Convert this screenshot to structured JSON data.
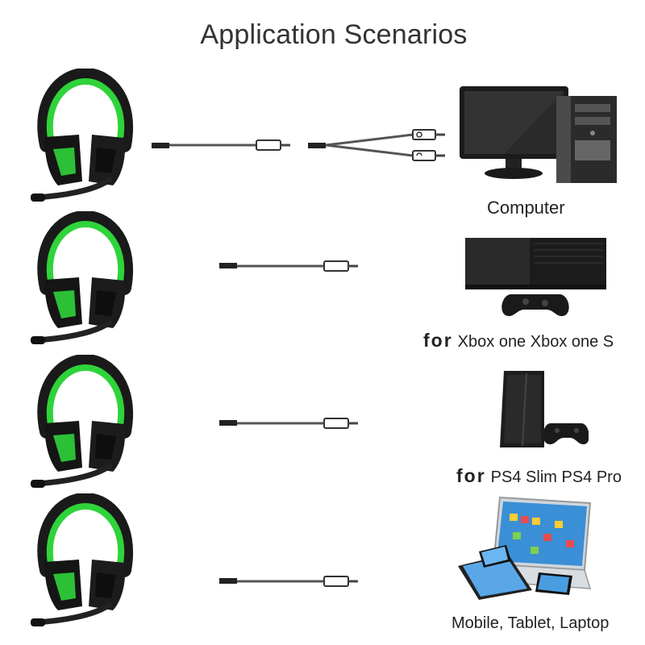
{
  "title": "Application Scenarios",
  "accent_color": "#2fd33a",
  "scenarios": [
    {
      "device": "Computer",
      "icon": "desktop-pc-icon"
    },
    {
      "prefix": "for",
      "device": "Xbox one Xbox one S",
      "icon": "xbox-console-icon"
    },
    {
      "prefix": "for",
      "device": "PS4 Slim PS4 Pro",
      "icon": "ps4-console-icon"
    },
    {
      "device": "Mobile, Tablet, Laptop",
      "icon": "mobile-devices-icon"
    }
  ]
}
